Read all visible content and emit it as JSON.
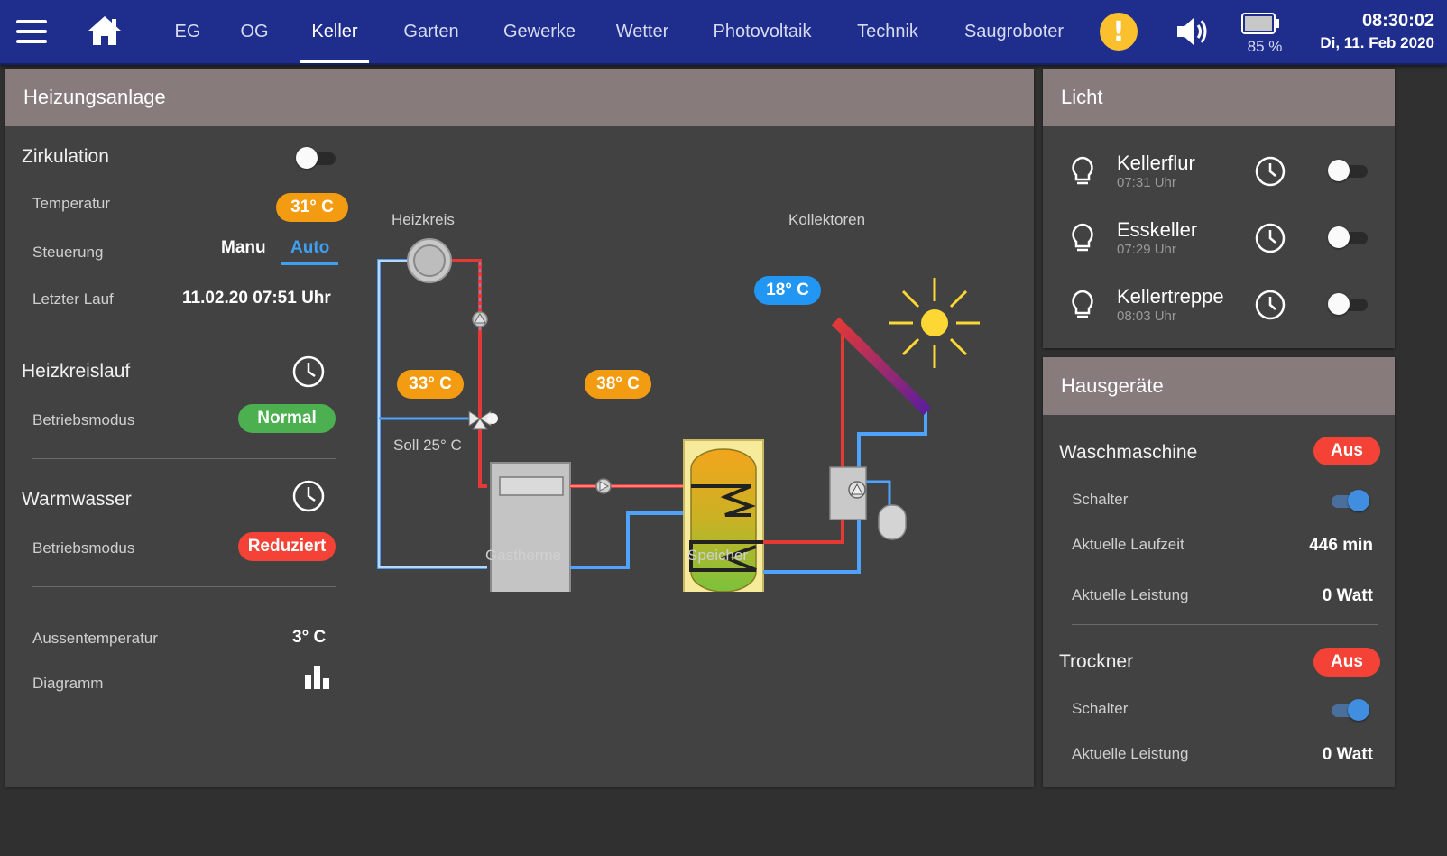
{
  "nav": {
    "tabs": [
      {
        "label": "EG",
        "active": false
      },
      {
        "label": "OG",
        "active": false
      },
      {
        "label": "Keller",
        "active": true
      },
      {
        "label": "Garten",
        "active": false
      },
      {
        "label": "Gewerke",
        "active": false
      },
      {
        "label": "Wetter",
        "active": false
      },
      {
        "label": "Photovoltaik",
        "active": false
      },
      {
        "label": "Technik",
        "active": false
      },
      {
        "label": "Saugroboter",
        "active": false
      }
    ],
    "warning_glyph": "!",
    "battery": "85 %",
    "time": "08:30:02",
    "date": "Di, 11. Feb 2020",
    "icons": [
      "menu-icon",
      "home-icon",
      "warning-icon",
      "speaker-icon",
      "battery-icon"
    ]
  },
  "heizung": {
    "title": "Heizungsanlage",
    "zirkulation": {
      "label": "Zirkulation",
      "switch_on": false,
      "temperatur_label": "Temperatur",
      "temperatur_value": "31° C",
      "steuerung_label": "Steuerung",
      "steuerung_manu": "Manu",
      "steuerung_auto": "Auto",
      "steuerung_selected": "Auto",
      "letzter_lauf_label": "Letzter Lauf",
      "letzter_lauf_value": "11.02.20 07:51 Uhr"
    },
    "heizkreislauf": {
      "label": "Heizkreislauf",
      "betriebsmodus_label": "Betriebsmodus",
      "betriebsmodus_value": "Normal"
    },
    "warmwasser": {
      "label": "Warmwasser",
      "betriebsmodus_label": "Betriebsmodus",
      "betriebsmodus_value": "Reduziert"
    },
    "aussen": {
      "label": "Aussentemperatur",
      "value": "3° C",
      "diagramm_label": "Diagramm"
    },
    "diagram": {
      "heizkreis": "Heizkreis",
      "kollektoren": "Kollektoren",
      "gastherme": "Gastherme",
      "speicher": "Speicher",
      "soll": "Soll 25° C",
      "temp_vorlauf": "33° C",
      "temp_speicher": "38° C",
      "temp_kollektor": "18° C",
      "colors": {
        "hot": "#e53935",
        "cold": "#3f8ee0",
        "sun": "#fdd835"
      }
    }
  },
  "licht": {
    "title": "Licht",
    "items": [
      {
        "name": "Kellerflur",
        "time": "07:31 Uhr",
        "on": false
      },
      {
        "name": "Esskeller",
        "time": "07:29 Uhr",
        "on": false
      },
      {
        "name": "Kellertreppe",
        "time": "08:03 Uhr",
        "on": false
      }
    ]
  },
  "hausgeraete": {
    "title": "Hausgeräte",
    "waschmaschine": {
      "label": "Waschmaschine",
      "status": "Aus",
      "schalter_label": "Schalter",
      "schalter_on": true,
      "laufzeit_label": "Aktuelle Laufzeit",
      "laufzeit_value": "446 min",
      "leistung_label": "Aktuelle Leistung",
      "leistung_value": "0 Watt"
    },
    "trockner": {
      "label": "Trockner",
      "status": "Aus",
      "schalter_label": "Schalter",
      "schalter_on": true,
      "leistung_label": "Aktuelle Leistung",
      "leistung_value": "0 Watt"
    }
  },
  "colors": {
    "topbar": "#1f2e8c",
    "panel_head": "#887b7b",
    "panel": "#424242",
    "accent_blue": "#3fa0f2",
    "orange": "#f39c12",
    "green": "#4caf50",
    "red": "#f44336"
  }
}
